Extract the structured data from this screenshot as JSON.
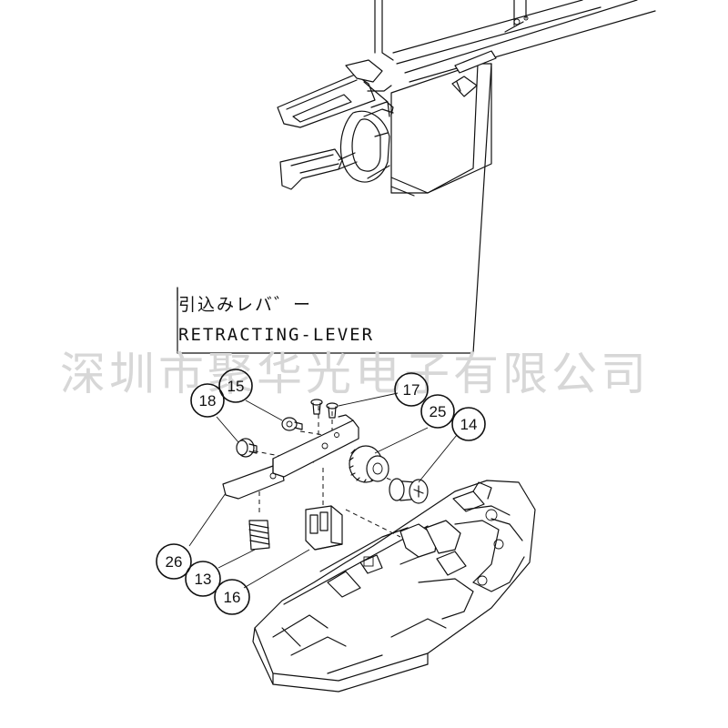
{
  "label": {
    "japanese": "引込みレバ゛ー",
    "english": "RETRACTING-LEVER"
  },
  "watermark": "深圳市聚华光电子有限公司",
  "callouts": [
    {
      "id": "c18",
      "number": "18"
    },
    {
      "id": "c15",
      "number": "15"
    },
    {
      "id": "c17",
      "number": "17"
    },
    {
      "id": "c25",
      "number": "25"
    },
    {
      "id": "c14",
      "number": "14"
    },
    {
      "id": "c26",
      "number": "26"
    },
    {
      "id": "c13",
      "number": "13"
    },
    {
      "id": "c16",
      "number": "16"
    }
  ]
}
